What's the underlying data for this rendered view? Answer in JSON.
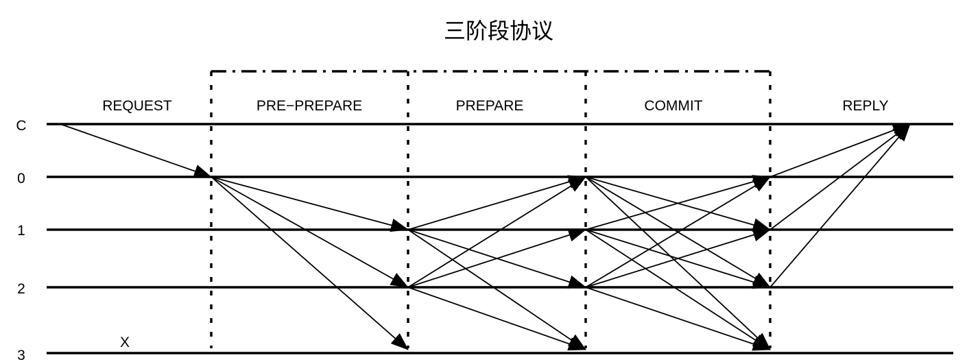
{
  "title": "三阶段协议",
  "phases": [
    {
      "id": "request",
      "label": "REQUEST",
      "boxed": false
    },
    {
      "id": "pre-prepare",
      "label": "PRE−PREPARE",
      "boxed": true
    },
    {
      "id": "prepare",
      "label": "PREPARE",
      "boxed": true
    },
    {
      "id": "commit",
      "label": "COMMIT",
      "boxed": true
    },
    {
      "id": "reply",
      "label": "REPLY",
      "boxed": false
    }
  ],
  "nodes": [
    {
      "id": "C",
      "label": "C"
    },
    {
      "id": "0",
      "label": "0"
    },
    {
      "id": "1",
      "label": "1"
    },
    {
      "id": "2",
      "label": "2"
    },
    {
      "id": "3",
      "label": "3",
      "faulty": true,
      "faulty_mark": "X"
    }
  ],
  "messages": [
    {
      "phase": "request",
      "from": "C",
      "to": "0"
    },
    {
      "phase": "pre-prepare",
      "from": "0",
      "to": "1"
    },
    {
      "phase": "pre-prepare",
      "from": "0",
      "to": "2"
    },
    {
      "phase": "pre-prepare",
      "from": "0",
      "to": "3"
    },
    {
      "phase": "prepare",
      "from": "1",
      "to": "0"
    },
    {
      "phase": "prepare",
      "from": "1",
      "to": "2"
    },
    {
      "phase": "prepare",
      "from": "1",
      "to": "3"
    },
    {
      "phase": "prepare",
      "from": "2",
      "to": "0"
    },
    {
      "phase": "prepare",
      "from": "2",
      "to": "1"
    },
    {
      "phase": "prepare",
      "from": "2",
      "to": "3"
    },
    {
      "phase": "commit",
      "from": "0",
      "to": "1"
    },
    {
      "phase": "commit",
      "from": "0",
      "to": "2"
    },
    {
      "phase": "commit",
      "from": "0",
      "to": "3"
    },
    {
      "phase": "commit",
      "from": "1",
      "to": "0"
    },
    {
      "phase": "commit",
      "from": "1",
      "to": "2"
    },
    {
      "phase": "commit",
      "from": "1",
      "to": "3"
    },
    {
      "phase": "commit",
      "from": "2",
      "to": "0"
    },
    {
      "phase": "commit",
      "from": "2",
      "to": "1"
    },
    {
      "phase": "commit",
      "from": "2",
      "to": "3"
    },
    {
      "phase": "reply",
      "from": "0",
      "to": "C"
    },
    {
      "phase": "reply",
      "from": "1",
      "to": "C"
    },
    {
      "phase": "reply",
      "from": "2",
      "to": "C"
    }
  ],
  "colors": {
    "ink": "#000000",
    "background": "#ffffff"
  }
}
